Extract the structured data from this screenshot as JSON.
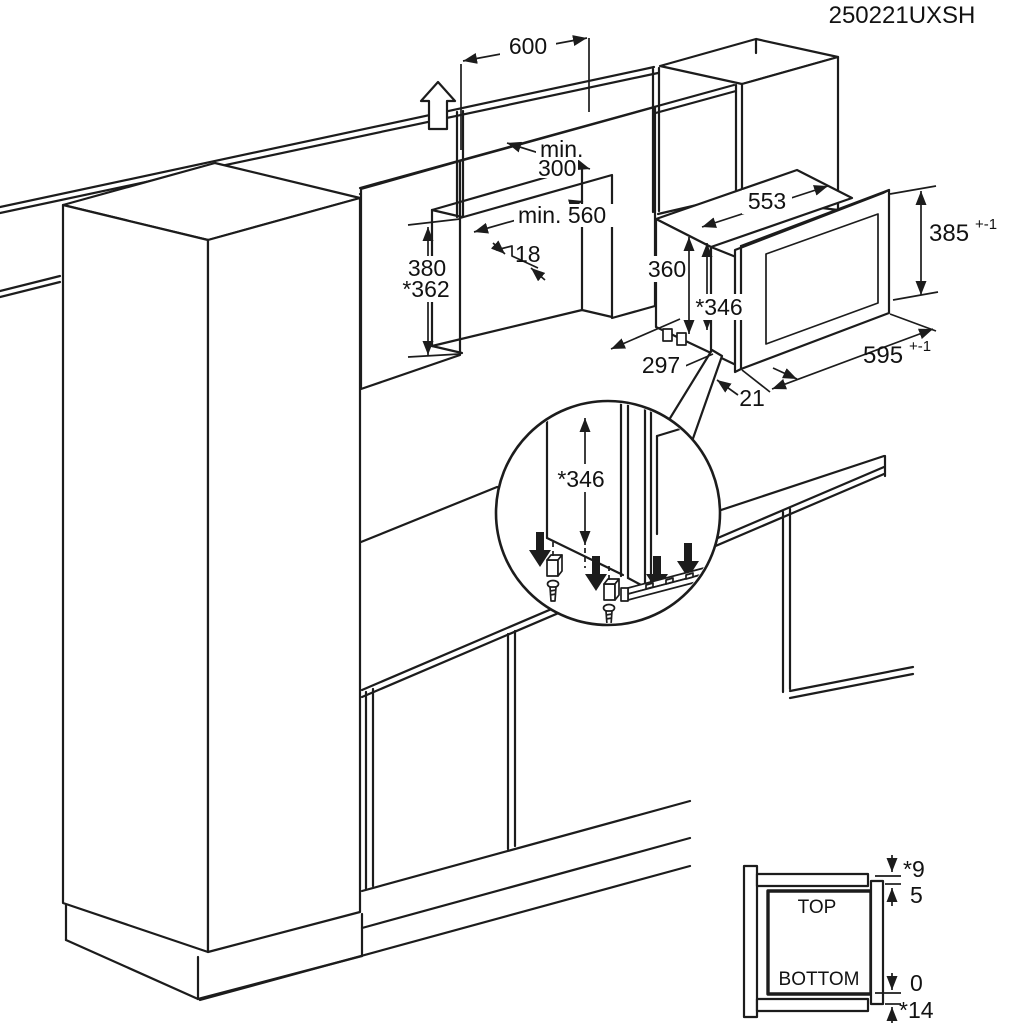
{
  "reference": "250221UXSH",
  "colors": {
    "line": "#1c1c1c",
    "background": "#ffffff"
  },
  "niche_dimensions": {
    "width": "600",
    "min_depth_label1": "min.",
    "min_depth_label2": "300",
    "min_interior_width": "min. 560",
    "panel_thickness": "18",
    "height": "380",
    "height_reduced": "*362"
  },
  "appliance_dimensions": {
    "body_width": "553",
    "body_height": "360",
    "mounting_height": "*346",
    "front_height": "385",
    "front_height_tolerance": "+-1",
    "front_width": "595",
    "front_width_tolerance": "+-1",
    "body_depth": "297",
    "front_frame_overhang": "21"
  },
  "detail_view": {
    "mounting_height": "*346"
  },
  "section_inset": {
    "top_label": "TOP",
    "bottom_label": "BOTTOM",
    "top_clearance": "*9",
    "top_gap": "5",
    "bottom_gap": "0",
    "bottom_overhang": "*14"
  }
}
